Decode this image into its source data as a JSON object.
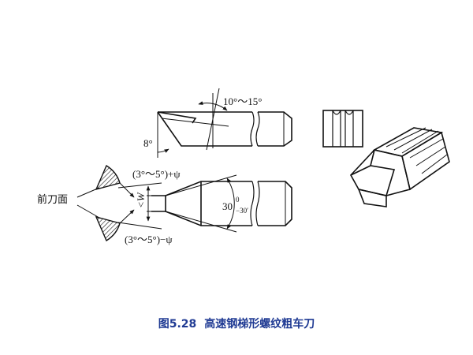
{
  "caption": {
    "number": "图5.28",
    "title": "高速钢梯形螺纹粗车刀"
  },
  "labels": {
    "clearance_angle": "10°～15°",
    "side_angle": "8°",
    "front_angle_plus": "(3°～5°)+ψ",
    "front_angle_minus": "(3°～5°)−ψ",
    "width_symbol": "<W",
    "tip_angle_value": "30",
    "tip_angle_upper_tol": "0",
    "tip_angle_lower_tol": "−30′",
    "rake_face": "前刀面"
  }
}
